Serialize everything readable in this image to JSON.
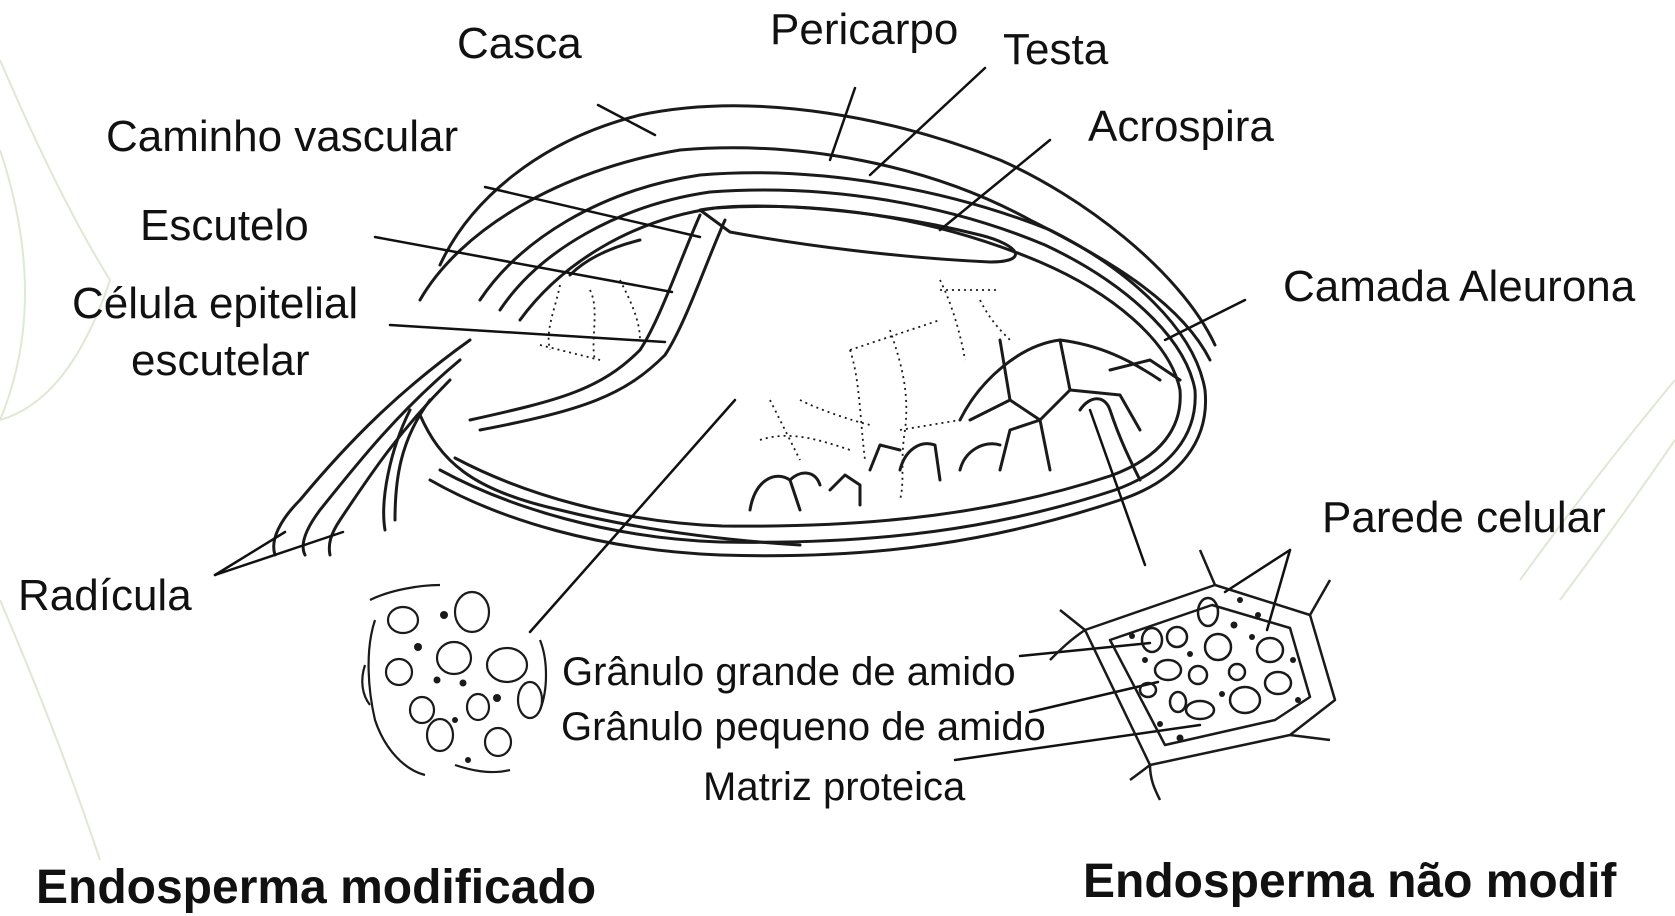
{
  "labels": {
    "casca": "Casca",
    "pericarpo": "Pericarpo",
    "testa": "Testa",
    "acrospira": "Acrospira",
    "caminho_vascular": "Caminho vascular",
    "escutelo": "Escutelo",
    "celula_epitelial_1": "Célula epitelial",
    "celula_epitelial_2": "escutelar",
    "camada_aleurona": "Camada Aleurona",
    "radicula": "Radícula",
    "parede_celular": "Parede celular",
    "granulo_grande": "Grânulo grande de amido",
    "granulo_pequeno": "Grânulo pequeno de amido",
    "matriz_proteica": "Matriz proteica"
  },
  "captions": {
    "left": "Endosperma modificado",
    "right": "Endosperma não modif"
  }
}
